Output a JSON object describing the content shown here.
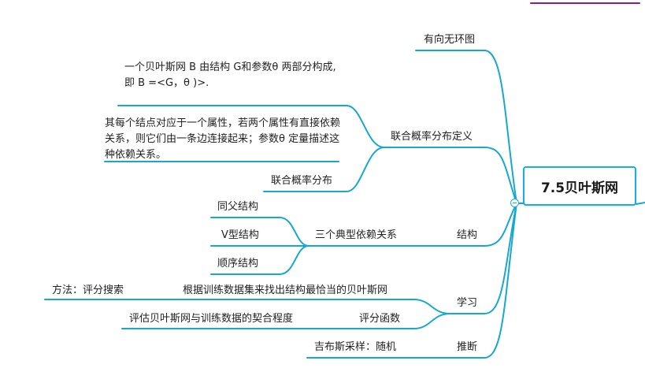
{
  "colors": {
    "connector": "#17a8cf",
    "root_border": "#19aee6",
    "corner_accent": "#8b1a8b"
  },
  "root": {
    "title": "7.5贝叶斯网"
  },
  "branches": {
    "dag": "有向无环图",
    "joint_def": "联合概率分布定义",
    "joint_def_note1": "一个贝叶斯网 B 由结构 G和参数θ 两部分构成,即 B =<G，θ )>.",
    "joint_def_note2": "其每个结点对应于一个属性，若两个属性有直接依赖关系，则它们由一条边连接起来；参数θ 定量描述这种依赖关系。",
    "joint_dist": "联合概率分布",
    "structure": "结构",
    "three_deps": "三个典型依赖关系",
    "common_parent": "同父结构",
    "v_structure": "V型结构",
    "sequential": "顺序结构",
    "learning": "学习",
    "find_structure": "根据训练数据集来找出结构最恰当的贝叶斯网",
    "method": "方法：评分搜索",
    "score_fn": "评分函数",
    "score_fn_desc": "评估贝叶斯网与训练数据的契合程度",
    "inference": "推断",
    "gibbs": "吉布斯采样：随机"
  }
}
